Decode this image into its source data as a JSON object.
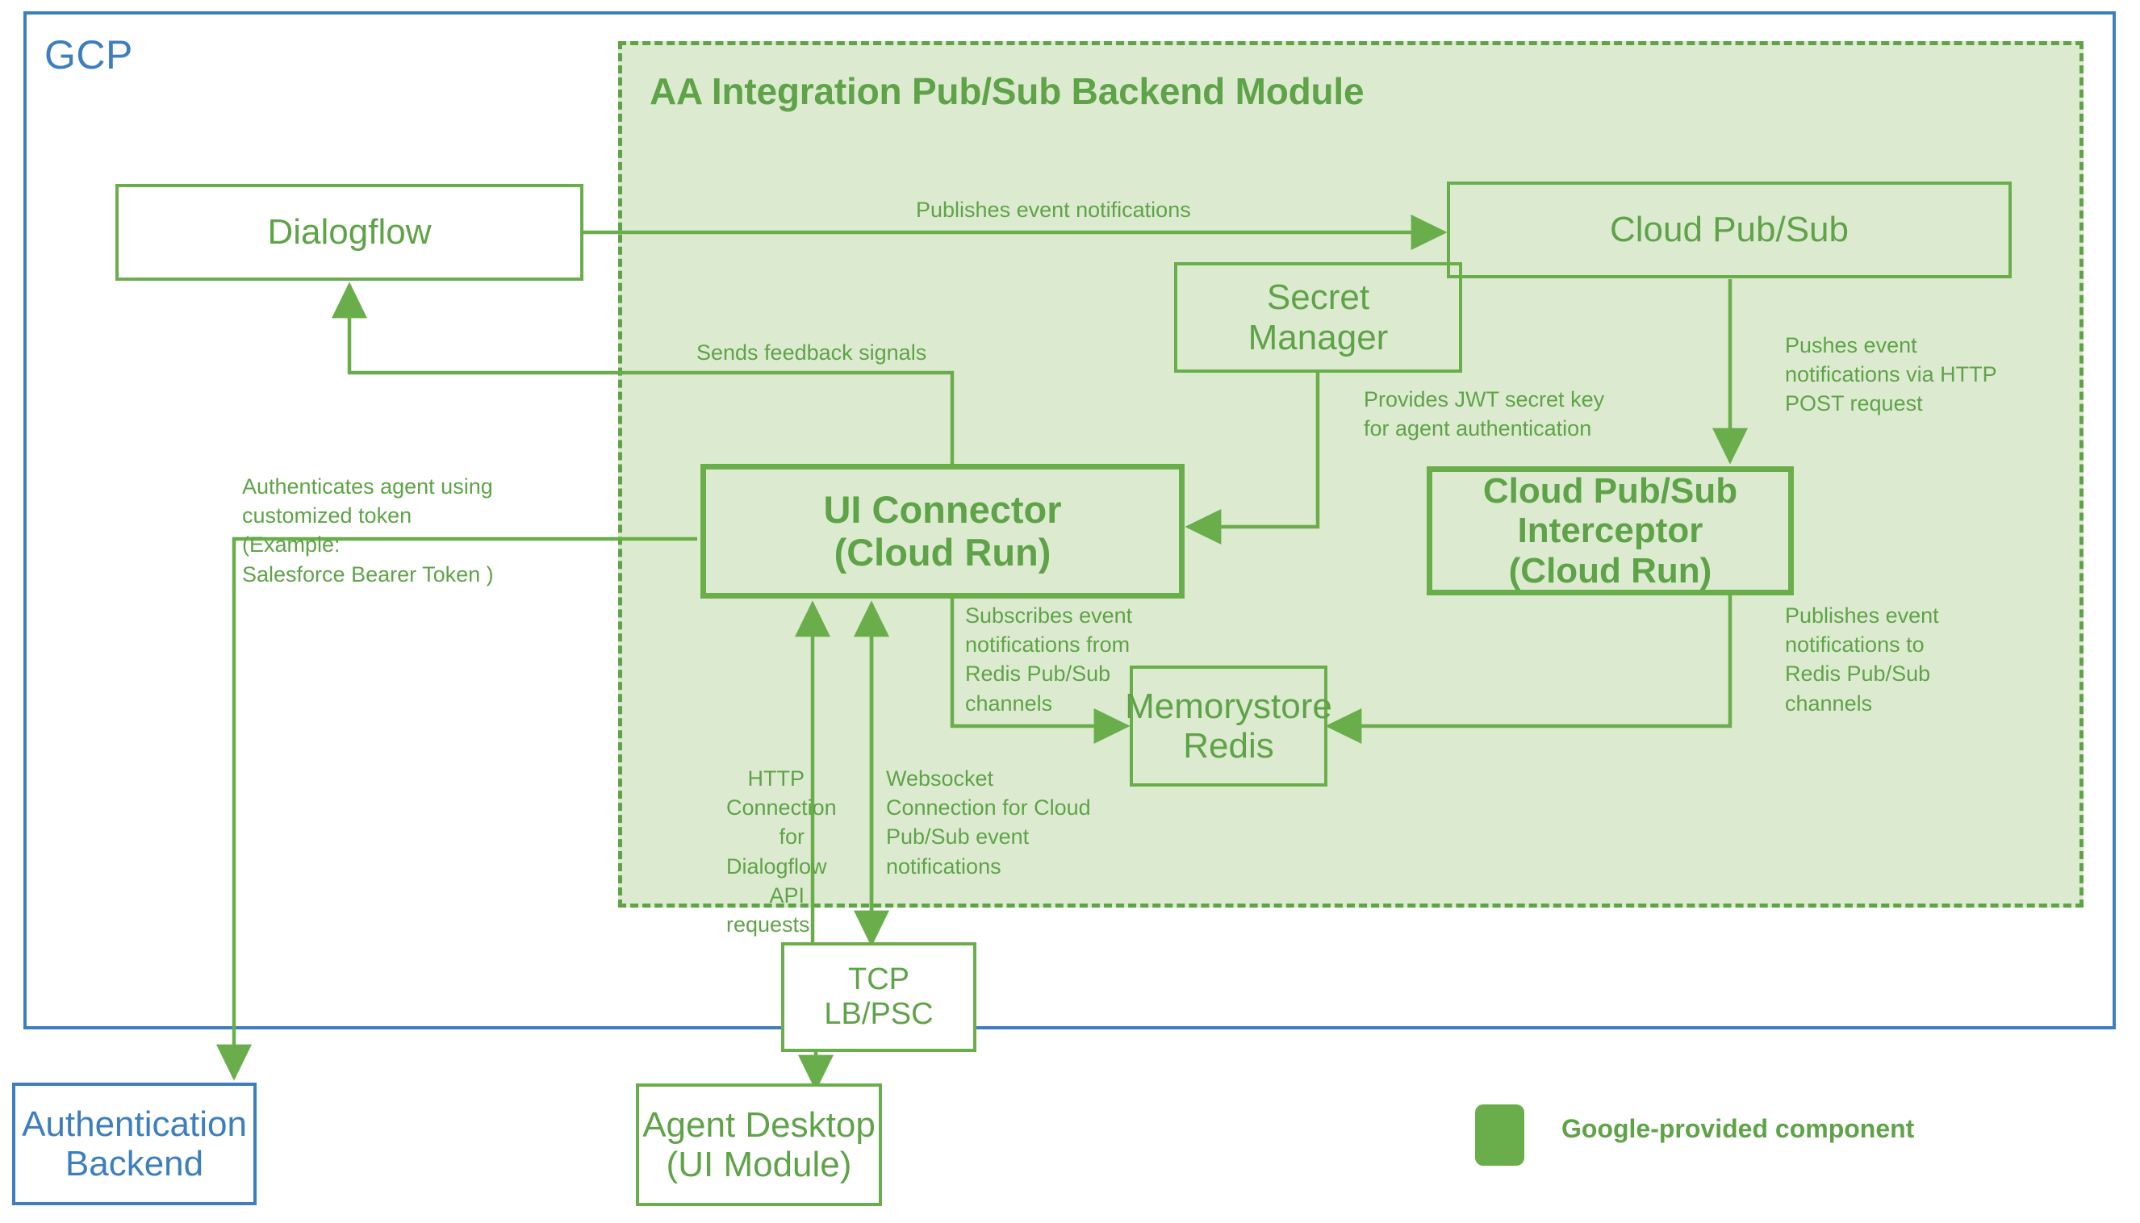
{
  "cloud": {
    "label": "GCP",
    "border_color": "#3C7EBF"
  },
  "module": {
    "title": "AA Integration Pub/Sub Backend Module",
    "fill_color": "#DCEBD0",
    "border_color": "#5FA348"
  },
  "nodes": {
    "dialogflow": "Dialogflow",
    "cloud_pubsub": "Cloud Pub/Sub",
    "secret_manager": "Secret\nManager",
    "ui_connector": "UI Connector\n(Cloud Run)",
    "pubsub_interceptor": "Cloud Pub/Sub Interceptor\n(Cloud Run)",
    "memorystore_redis": "Memorystore\nRedis",
    "tcp_lb_psc": "TCP\nLB/PSC",
    "authentication_backend": "Authentication\nBackend",
    "agent_desktop": "Agent Desktop\n(UI Module)"
  },
  "edges": {
    "publishes_event_notifications": "Publishes event notifications",
    "sends_feedback_signals": "Sends feedback signals",
    "provides_jwt": "Provides JWT secret key\nfor agent authentication",
    "pushes_event_http_post": "Pushes event\nnotifications via HTTP\nPOST request",
    "authenticates_agent": "Authenticates agent using\ncustomized token\n(Example:\nSalesforce Bearer Token )",
    "subscribes_event_redis": "Subscribes event\nnotifications from\nRedis Pub/Sub\nchannels",
    "publishes_event_redis": "Publishes event\nnotifications to\nRedis Pub/Sub\nchannels",
    "http_connection": "HTTP\nConnection for\nDialogflow API\nrequests",
    "websocket_connection": "Websocket\nConnection for Cloud\nPub/Sub event\nnotifications"
  },
  "legend": {
    "label": "Google-provided component",
    "swatch_color": "#6AAE4C"
  },
  "colors": {
    "green_stroke": "#6AAE4C",
    "green_text": "#5FA348",
    "blue": "#3C7EBF",
    "module_fill": "#DCEBD0"
  }
}
